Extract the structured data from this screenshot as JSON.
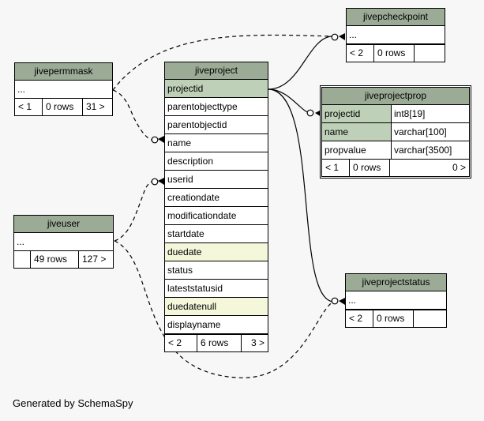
{
  "tables": {
    "jivepermmask": {
      "name": "jivepermmask",
      "rows": [
        "..."
      ],
      "footer": [
        "< 1",
        "0 rows",
        "31 >"
      ]
    },
    "jiveuser": {
      "name": "jiveuser",
      "rows": [
        "..."
      ],
      "footer": [
        "",
        "49 rows",
        "127 >"
      ]
    },
    "jiveproject": {
      "name": "jiveproject",
      "rows": [
        "projectid",
        "parentobjecttype",
        "parentobjectid",
        "name",
        "description",
        "userid",
        "creationdate",
        "modificationdate",
        "startdate",
        "duedate",
        "status",
        "lateststatusid",
        "duedatenull",
        "displayname"
      ],
      "footer": [
        "< 2",
        "6 rows",
        "3 >"
      ]
    },
    "jivepcheckpoint": {
      "name": "jivepcheckpoint",
      "rows": [
        "..."
      ],
      "footer": [
        "< 2",
        "0 rows",
        ""
      ]
    },
    "jiveprojectprop": {
      "name": "jiveprojectprop",
      "columns": [
        {
          "name": "projectid",
          "type": "int8[19]"
        },
        {
          "name": "name",
          "type": "varchar[100]"
        },
        {
          "name": "propvalue",
          "type": "varchar[3500]"
        }
      ],
      "footer": [
        "< 1",
        "0 rows",
        "0 >"
      ]
    },
    "jiveprojectstatus": {
      "name": "jiveprojectstatus",
      "rows": [
        "..."
      ],
      "footer": [
        "< 2",
        "0 rows",
        ""
      ]
    }
  },
  "caption": "Generated by SchemaSpy"
}
